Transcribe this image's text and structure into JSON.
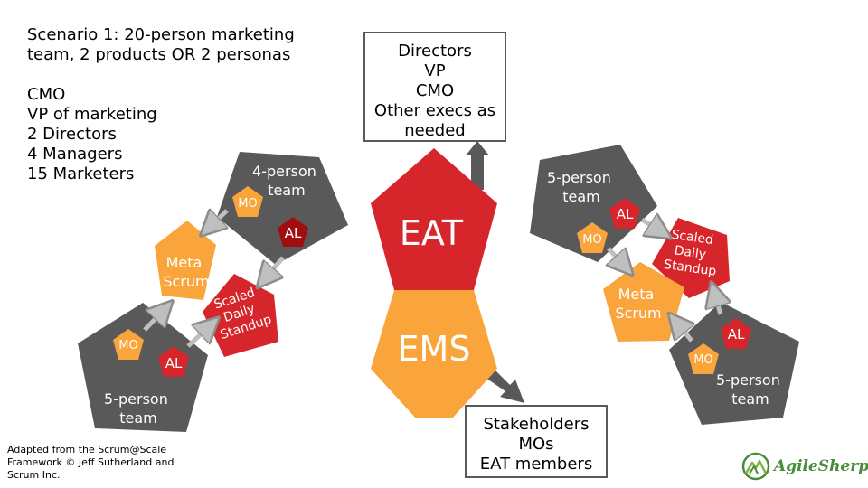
{
  "scenario": {
    "lines": [
      "Scenario 1: 20-person marketing",
      "team, 2 products OR 2 personas",
      "",
      "CMO",
      "VP of marketing",
      "2 Directors",
      "4 Managers",
      "15 Marketers"
    ]
  },
  "eat_box": {
    "lines": [
      "Directors",
      "VP",
      "CMO",
      "Other execs as",
      "needed"
    ]
  },
  "stakeholders_box": {
    "lines": [
      "Stakeholders",
      "MOs",
      "EAT members"
    ]
  },
  "center": {
    "eat": "EAT",
    "ems": "EMS"
  },
  "left_cluster": {
    "top_team": [
      "4-person",
      "team"
    ],
    "bottom_team": [
      "5-person",
      "team"
    ],
    "meta_scrum": [
      "Meta",
      "Scrum"
    ],
    "scaled_daily_standup": [
      "Scaled",
      "Daily",
      "Standup"
    ],
    "mo": "MO",
    "al": "AL"
  },
  "right_cluster": {
    "top_team": [
      "5-person",
      "team"
    ],
    "bottom_team": [
      "5-person",
      "team"
    ],
    "meta_scrum": [
      "Meta",
      "Scrum"
    ],
    "scaled_daily_standup": [
      "Scaled",
      "Daily",
      "Standup"
    ],
    "mo": "MO",
    "al": "AL"
  },
  "footnote": {
    "lines": [
      "Adapted from the Scrum@Scale",
      "Framework © Jeff Sutherland and",
      "Scrum Inc."
    ]
  },
  "logo": {
    "text": "AgileSherpas"
  },
  "colors": {
    "team_gray": "#595959",
    "meta_orange": "#f9a53b",
    "red": "#d7262b",
    "dark_red": "#a10e0e",
    "arrow_gray": "#bfbfbf",
    "arrow_dark": "#595959",
    "logo_green": "#4a8c3a"
  }
}
